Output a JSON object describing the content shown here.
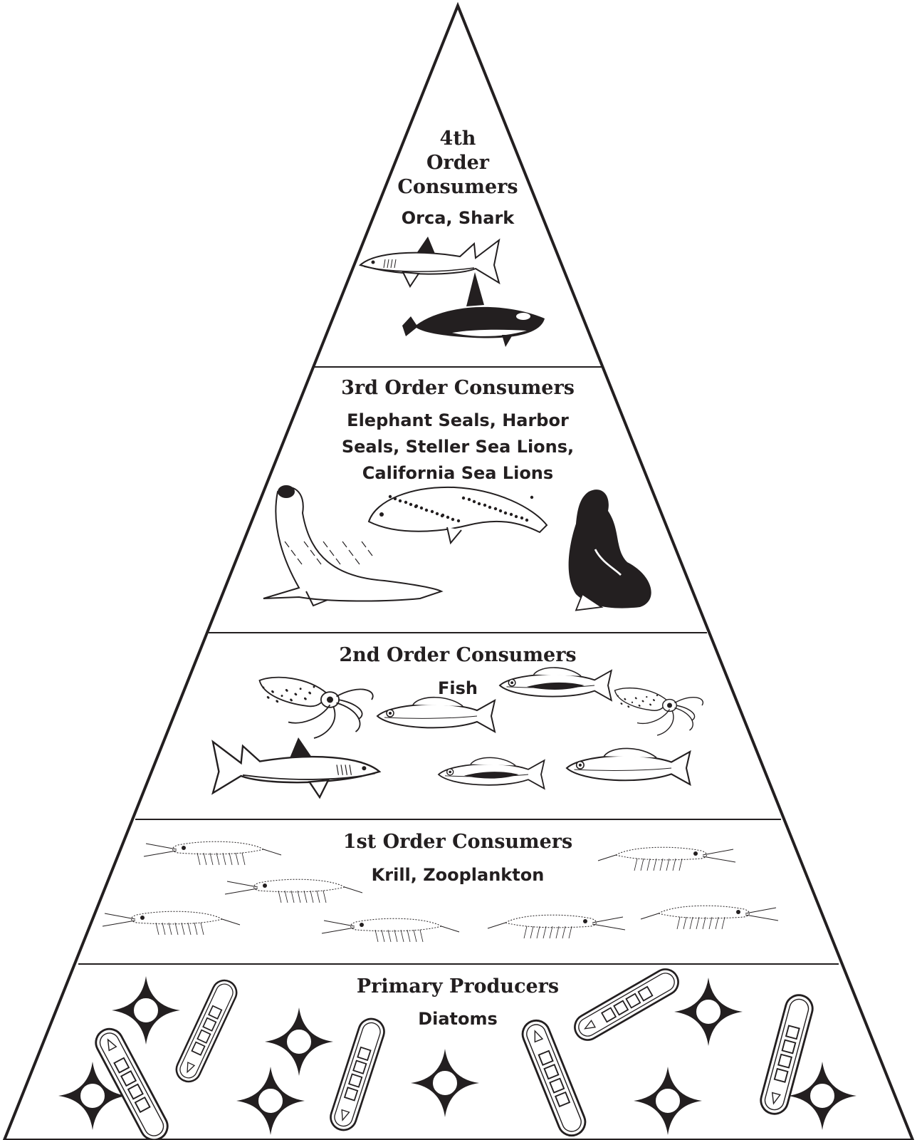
{
  "diagram": {
    "levels": [
      {
        "title_lines": [
          "4th",
          "Order",
          "Consumers"
        ],
        "organisms": "Orca, Shark",
        "icons": [
          "shark-icon",
          "orca-icon"
        ]
      },
      {
        "title": "3rd Order Consumers",
        "organisms_lines": [
          "Elephant Seals, Harbor",
          "Seals, Steller Sea Lions,",
          "California Sea Lions"
        ],
        "icons": [
          "elephant-seal-icon",
          "harbor-seal-icon",
          "sea-lion-icon"
        ]
      },
      {
        "title": "2nd Order Consumers",
        "organisms": "Fish",
        "icons": [
          "squid-icon",
          "fish-icon",
          "shark-icon"
        ]
      },
      {
        "title": "1st Order Consumers",
        "organisms": "Krill, Zooplankton",
        "icons": [
          "krill-icon"
        ]
      },
      {
        "title": "Primary Producers",
        "organisms": "Diatoms",
        "icons": [
          "diatom-star-icon",
          "diatom-pennate-icon"
        ]
      }
    ]
  },
  "colors": {
    "ink": "#231f20",
    "background": "#ffffff"
  }
}
